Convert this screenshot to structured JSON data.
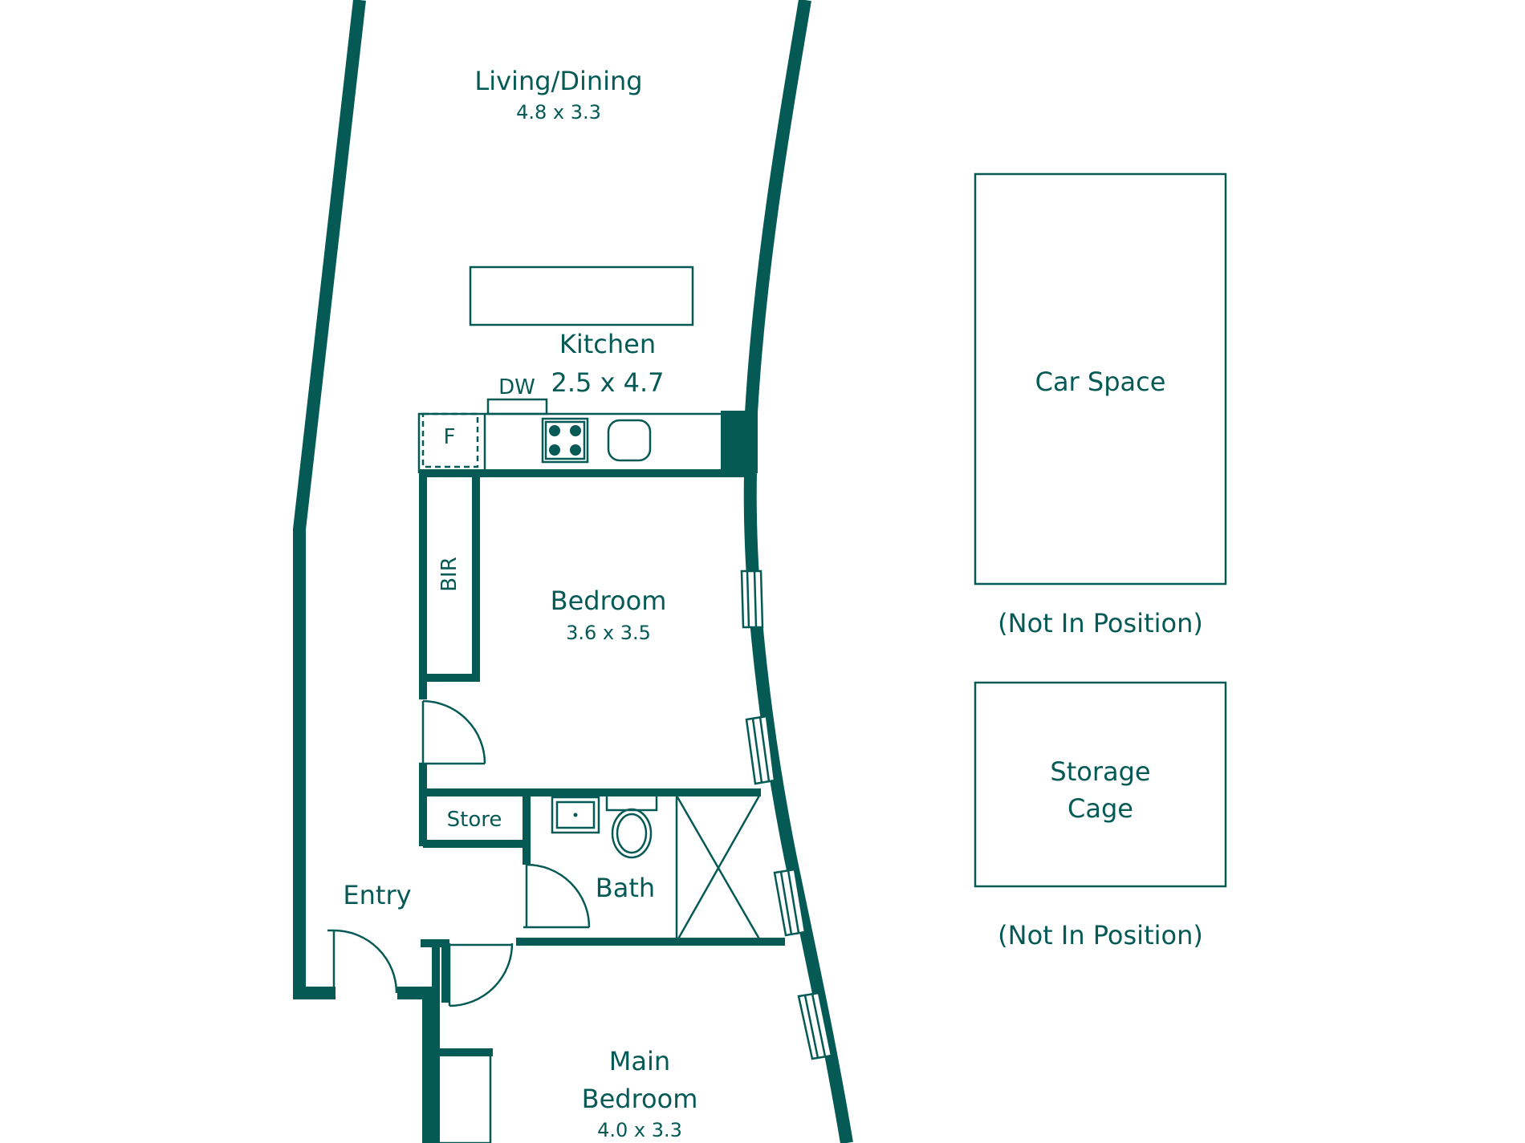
{
  "theme": {
    "line_color": "#055a56",
    "background": "#ffffff"
  },
  "rooms": {
    "living": {
      "name": "Living/Dining",
      "size": "4.8 x 3.3"
    },
    "kitchen": {
      "name": "Kitchen",
      "size": "2.5 x 4.7"
    },
    "bedroom": {
      "name": "Bedroom",
      "size": "3.6 x 3.5"
    },
    "bath": {
      "name": "Bath"
    },
    "entry": {
      "name": "Entry"
    },
    "main_bedroom": {
      "name_line1": "Main",
      "name_line2": "Bedroom",
      "size": "4.0 x 3.3"
    },
    "store": {
      "name": "Store"
    }
  },
  "fixtures": {
    "dishwasher": "DW",
    "fridge": "F",
    "built_in_robe": "BIR"
  },
  "outside": {
    "car_space": {
      "name": "Car Space",
      "note": "(Not In Position)"
    },
    "storage_cage": {
      "name_line1": "Storage",
      "name_line2": "Cage",
      "note": "(Not In Position)"
    }
  }
}
